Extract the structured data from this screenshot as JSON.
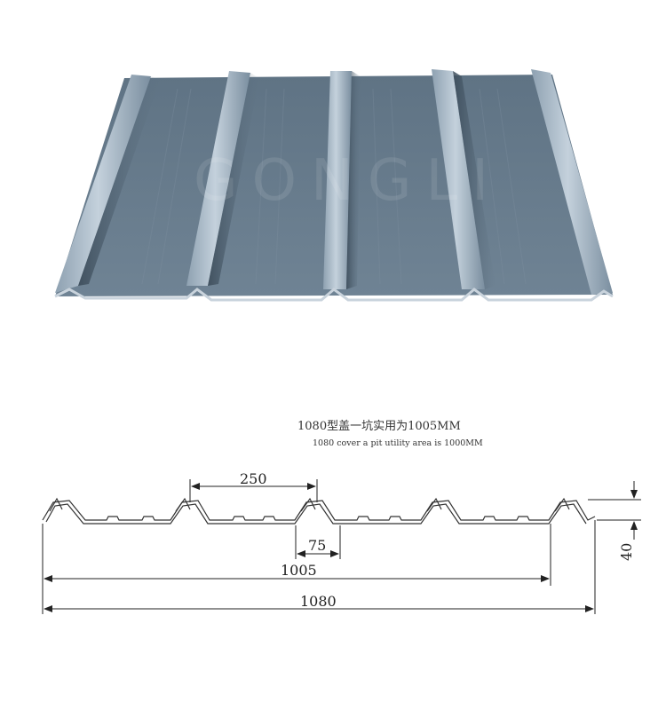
{
  "product_photo": {
    "watermark": "GONGLI",
    "sheet_color": "#6b7f90",
    "rib_highlight": "#b7c6d3"
  },
  "drawing": {
    "caption_cn": "1080型盖一坑实用为1005MM",
    "caption_en": "1080 cover a pit utility area is 1000MM",
    "dimensions": {
      "rib_pitch": "250",
      "rib_top_width": "75",
      "rib_height": "40",
      "effective_width": "1005",
      "total_width": "1080"
    }
  }
}
